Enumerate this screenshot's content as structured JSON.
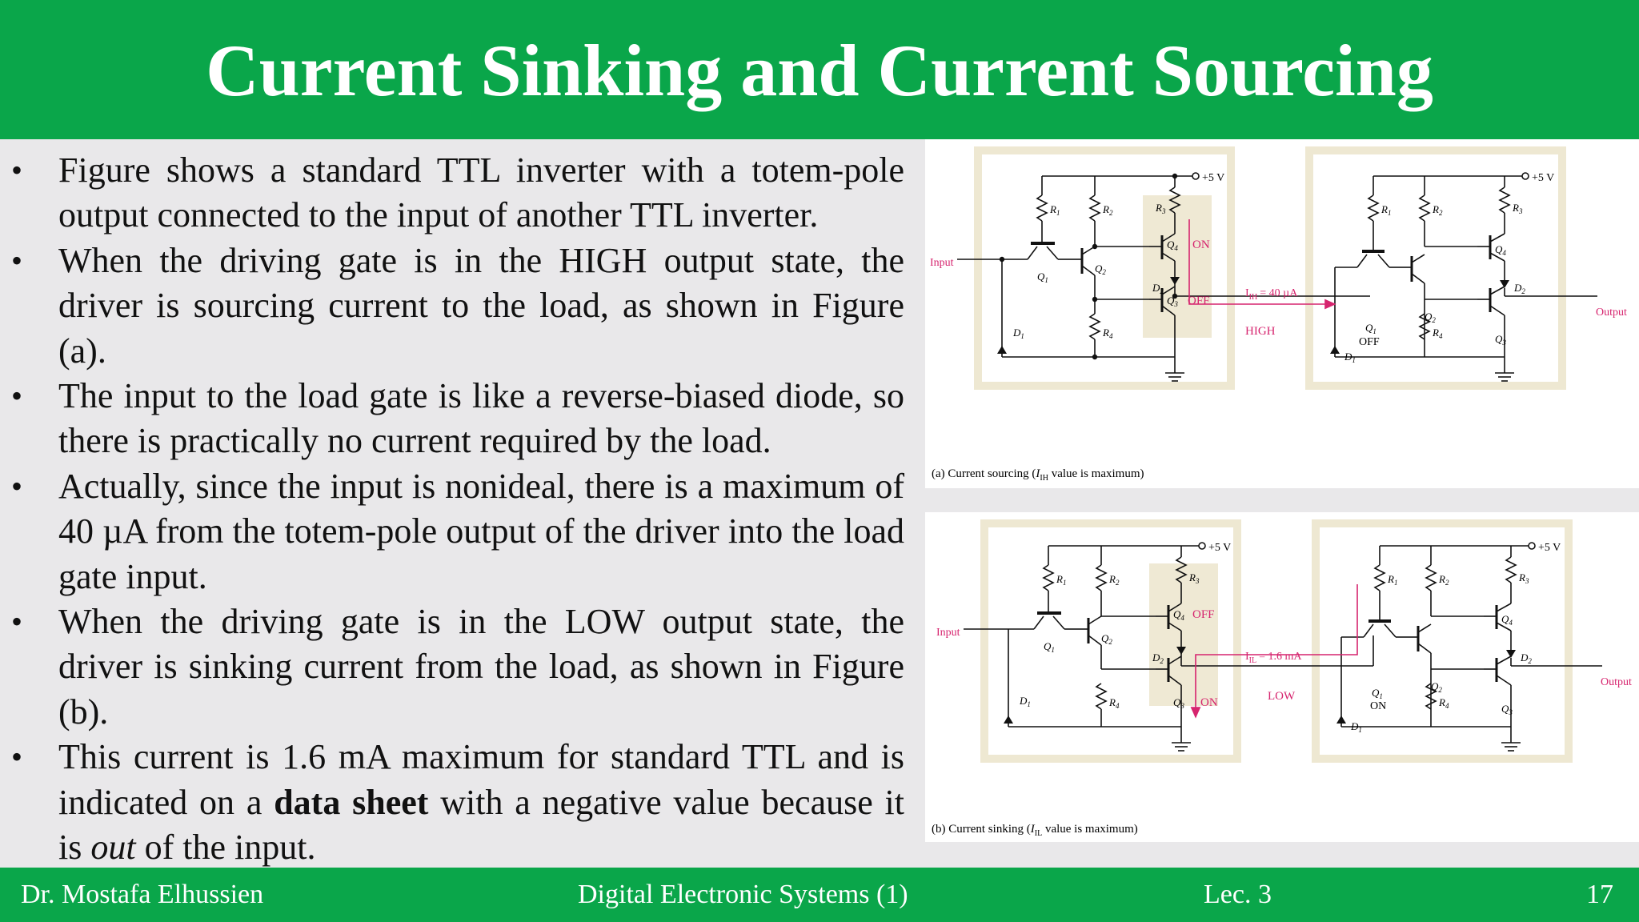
{
  "title": "Current Sinking and Current Sourcing",
  "bullets": [
    "Figure shows a standard TTL inverter with a totem-pole output connected to the input of another TTL inverter.",
    "When the driving gate is in the HIGH output state, the driver is sourcing current to the load, as shown in Figure (a).",
    "The input to the load gate is like a reverse-biased diode, so there is practically no current required by the load.",
    "Actually, since the input is nonideal, there is a maximum of 40 µA from the totem-pole output of the driver into the load gate input.",
    "When the driving gate is in the LOW output state, the driver is sinking current from the load, as shown in Figure (b)."
  ],
  "last_bullet": {
    "part1": "This current is 1.6 mA maximum for standard TTL and is indicated on a ",
    "bold": "data sheet",
    "part2": " with a negative value because it is ",
    "italic": "out",
    "part3": " of the input."
  },
  "figure_a": {
    "supply": "+5 V",
    "input": "Input",
    "output": "Output",
    "q4_state": "ON",
    "q3_state": "OFF",
    "current": "I_IH = 40 µA",
    "current_sub": "IH",
    "current_value": "= 40 µA",
    "line_state": "HIGH",
    "load_q1_state": "OFF",
    "caption_pre": "(a) Current sourcing (",
    "caption_sym": "I",
    "caption_sub": "IH",
    "caption_post": " value is maximum)"
  },
  "figure_b": {
    "supply": "+5 V",
    "input": "Input",
    "output": "Output",
    "q4_state": "OFF",
    "q3_state": "ON",
    "current_sub": "IL",
    "current_value": "= 1.6 mA",
    "line_state": "LOW",
    "load_q1_state": "ON",
    "caption_pre": "(b) Current sinking (",
    "caption_sym": "I",
    "caption_sub": "IL",
    "caption_post": " value is maximum)"
  },
  "labels": {
    "R": "R",
    "Q": "Q",
    "D": "D",
    "n1": "1",
    "n2": "2",
    "n3": "3",
    "n4": "4"
  },
  "colors": {
    "header_bg": "#0aa64a",
    "accent_magenta": "#d6246e",
    "highlight": "#efe9d4"
  },
  "footer": {
    "author": "Dr. Mostafa Elhussien",
    "course": "Digital Electronic Systems (1)",
    "lecture": "Lec. 3",
    "page": "17"
  }
}
